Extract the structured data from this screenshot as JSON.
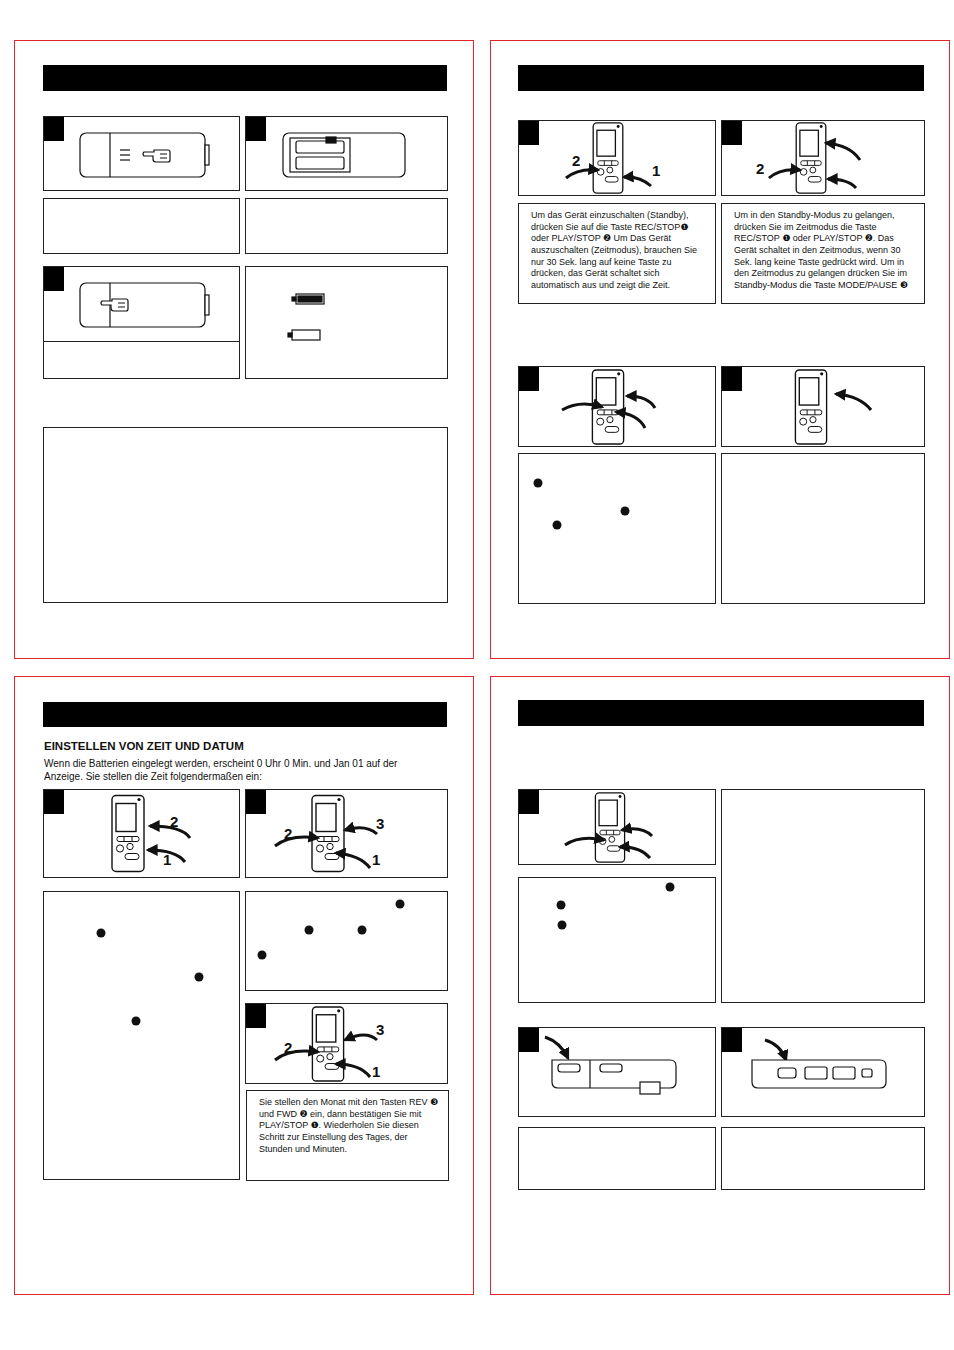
{
  "diagram": {
    "nodes": [
      {
        "text": [
          "Um das Gerät einzuschalten (Standby), drücken Sie auf die Taste REC/STOP❶ oder PLAY/STOP ❷ Um Das Gerät auszuschalten (Zeitmodus), brauchen Sie nur 30 Sek. lang auf keine Taste zu drücken, das Gerät schaltet sich automatisch aus und zeigt die Zeit."
        ]
      },
      {
        "text": [
          "Um in den Standby-Modus zu gelangen, drücken Sie im Zeitmodus die Taste REC/STOP ❶ oder PLAY/STOP ❷. Das Gerät schaltet in den Zeitmodus, wenn 30 Sek. lang keine Taste gedrückt wird. Um in den Zeitmodus zu gelangen drücken Sie im Standby-Modus die Taste MODE/PAUSE ❸"
        ]
      },
      {
        "text": [
          "EINSTELLEN VON ZEIT UND DATUM",
          "Wenn die Batterien eingelegt werden, erscheint 0 Uhr 0 Min. und Jan 01 auf der Anzeige. Sie stellen die Zeit folgendermaßen ein:"
        ]
      },
      {
        "text": [
          "Sie stellen den Monat mit den Tasten REV ❸ und FWD ❷ ein, dann bestätigen Sie mit PLAY/STOP ❶. Wiederholen Sie diesen Schritt zur Einstellung des Tages, der Stunden und Minuten."
        ],
        "in": 2
      }
    ],
    "labels": [
      "2",
      "1",
      "2",
      "2",
      "1",
      "2",
      "3",
      "1",
      "2",
      "3",
      "1"
    ]
  }
}
